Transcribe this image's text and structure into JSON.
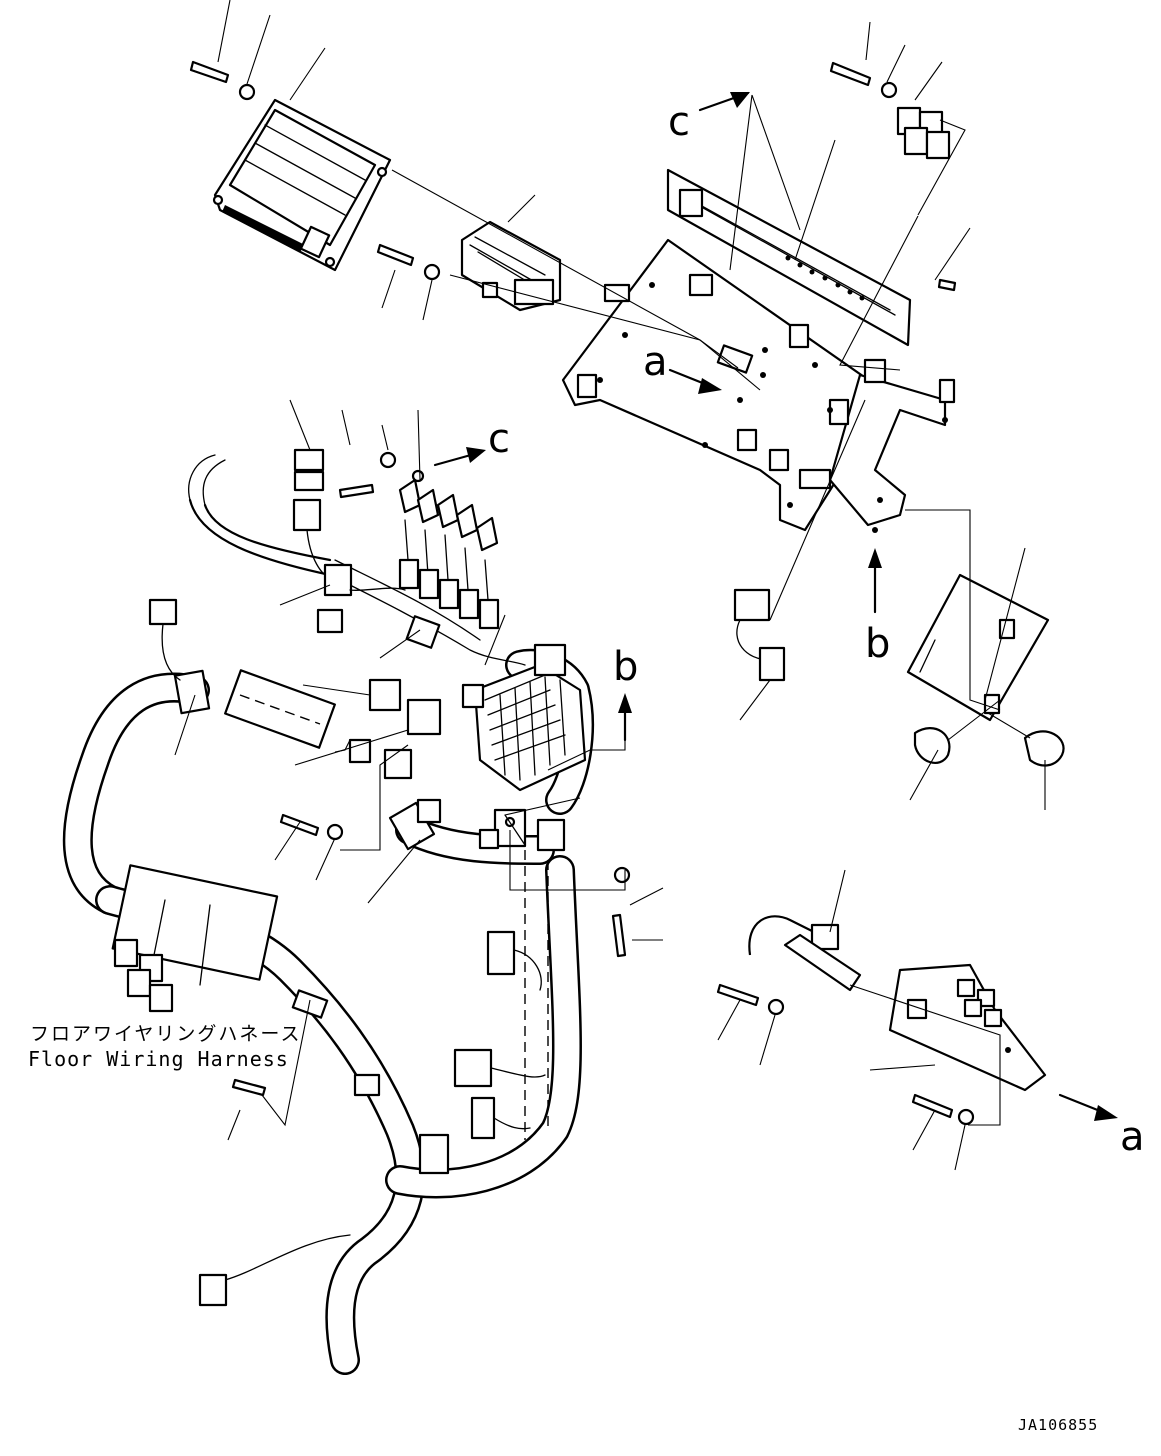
{
  "diagram": {
    "reference_letters": {
      "a": "a",
      "b": "b",
      "c": "c"
    },
    "harness_label": {
      "japanese": "フロアワイヤリングハネース",
      "english": "Floor Wiring Harness"
    },
    "drawing_number": "JA106855"
  }
}
